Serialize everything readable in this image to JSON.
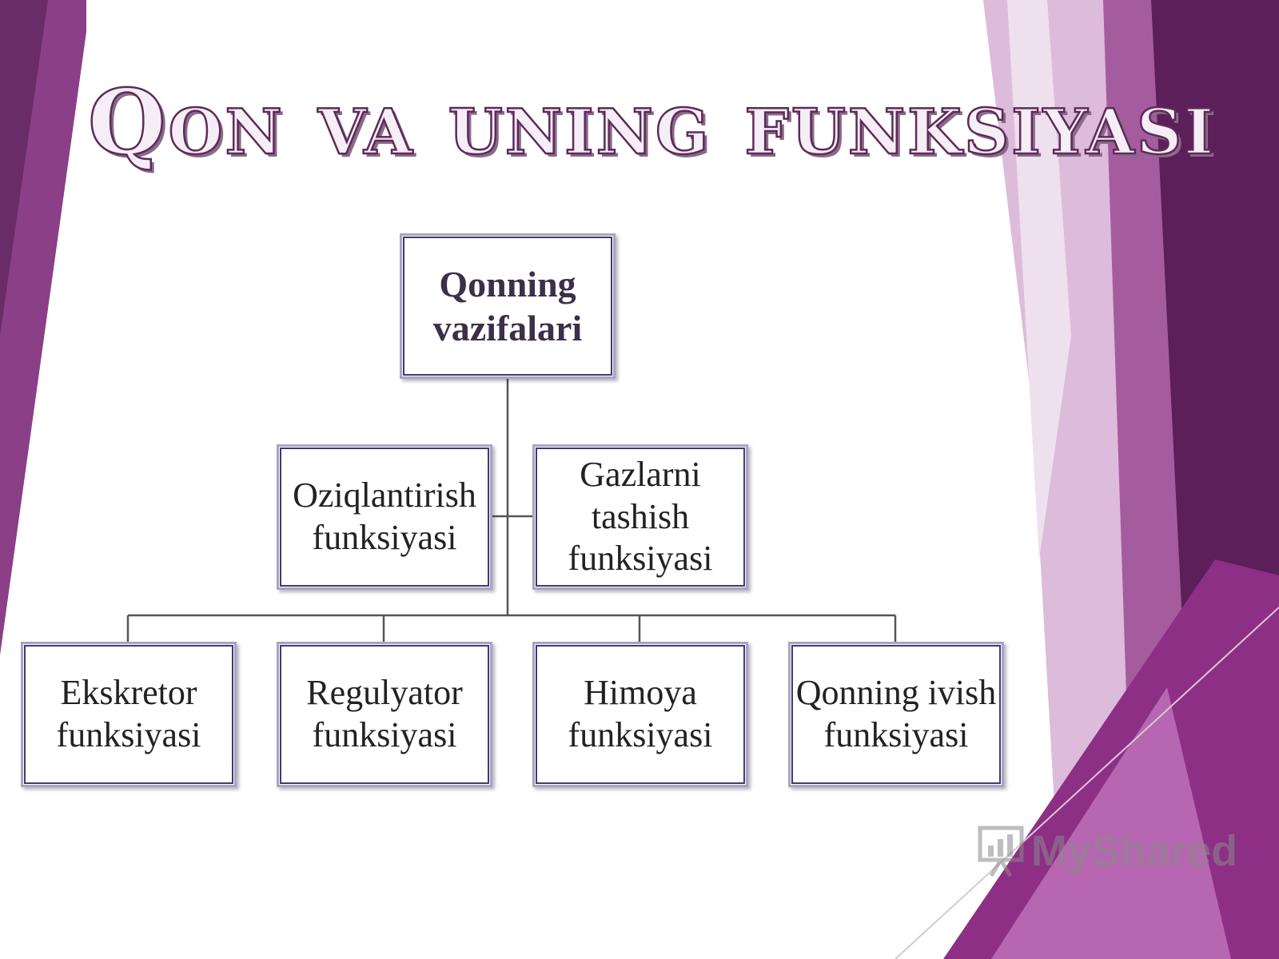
{
  "title": "Qon va uning funksiyasi",
  "diagram": {
    "root": {
      "line1": "Qonning",
      "line2": "vazifalari"
    },
    "level2": [
      {
        "line1": "Oziqlantirish",
        "line2": "funksiyasi"
      },
      {
        "line1": "Gazlarni tashish",
        "line2": "funksiyasi"
      }
    ],
    "level3": [
      {
        "line1": "Ekskretor",
        "line2": "funksiyasi"
      },
      {
        "line1": "Regulyator",
        "line2": "funksiyasi"
      },
      {
        "line1": "Himoya",
        "line2": "funksiyasi"
      },
      {
        "line1": "Qonning ivish",
        "line2": "funksiyasi"
      }
    ]
  },
  "watermark": {
    "text": "MyShared",
    "icon": "presentation-chart-icon"
  },
  "colors": {
    "title_fill": "#f6eef6",
    "title_outline": "#5e2a5a",
    "box_border": "#3f3b6b",
    "connector": "#555555",
    "decor_dark": "#5c1f59",
    "decor_mid": "#8e2f86",
    "decor_light": "#c58fc2"
  }
}
